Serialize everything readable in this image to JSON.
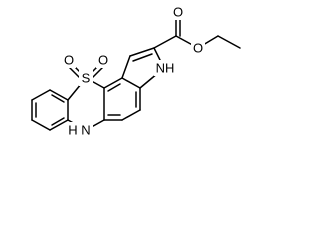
{
  "molecule": {
    "atom_labels": {
      "sulfur": "S",
      "sulfone_oxygen_left": "O",
      "sulfone_oxygen_right": "O",
      "carbonyl_oxygen": "O",
      "ester_oxygen": "O",
      "pyrrole_nh": "NH",
      "amine_n": "N",
      "amine_h": "H"
    },
    "colors": {
      "bond": "#000000",
      "label": "#000000",
      "background": "#ffffff"
    }
  }
}
